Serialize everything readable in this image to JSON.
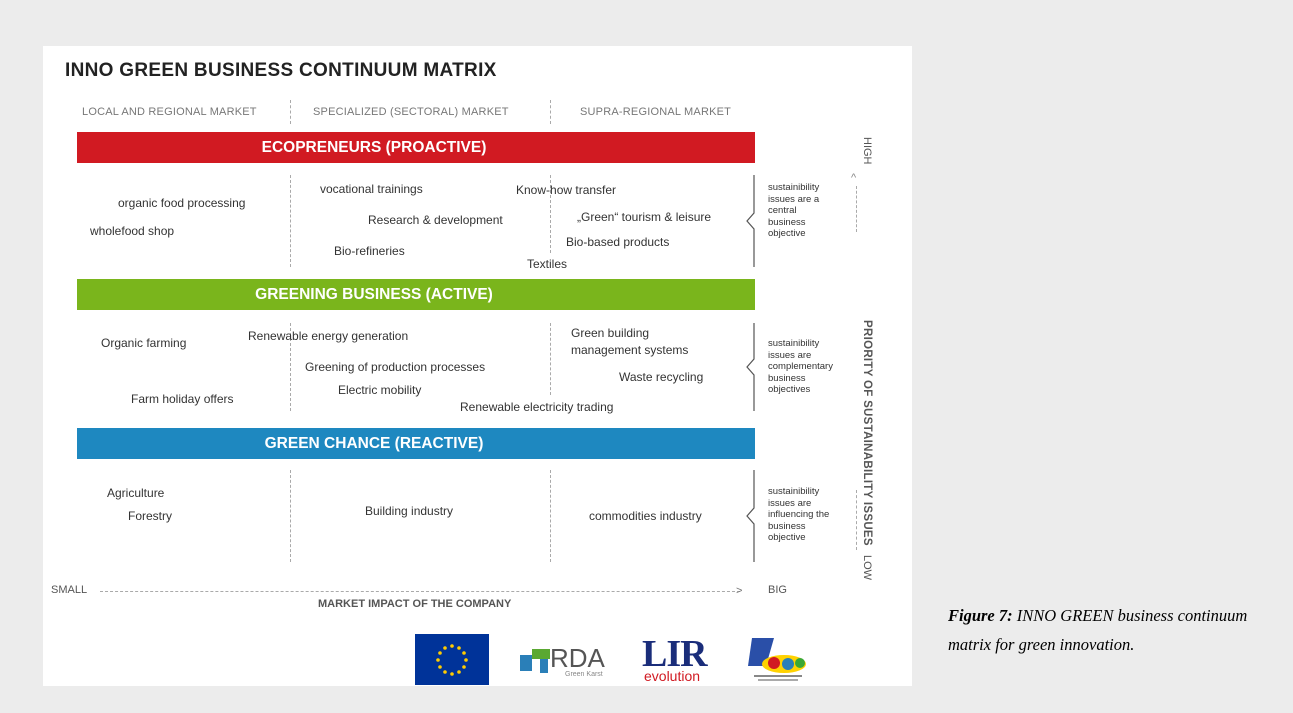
{
  "title": "INNO GREEN BUSINESS CONTINUUM MATRIX",
  "markets": [
    "LOCAL AND REGIONAL MARKET",
    "SPECIALIZED (SECTORAL) MARKET",
    "SUPRA-REGIONAL MARKET"
  ],
  "bands": {
    "ecopreneurs": "ECOPRENEURS (PROACTIVE)",
    "greening": "GREENING BUSINESS (ACTIVE)",
    "chance": "GREEN CHANCE (REACTIVE)"
  },
  "ecopreneurs_items": [
    "organic food processing",
    "wholefood shop",
    "vocational trainings",
    "Research & development",
    "Bio-refineries",
    "Know-how transfer",
    "„Green“ tourism & leisure",
    "Bio-based products",
    "Textiles"
  ],
  "greening_items": [
    "Organic farming",
    "Farm holiday offers",
    "Renewable energy generation",
    "Greening of production processes",
    "Electric mobility",
    "Green building",
    "management systems",
    "Waste recycling",
    "Renewable electricity trading"
  ],
  "chance_items": [
    "Agriculture",
    "Forestry",
    "Building industry",
    "commodities industry"
  ],
  "notes": [
    [
      "sustainibility",
      "issues are a",
      "central",
      "business",
      "objective"
    ],
    [
      "sustainibility",
      "issues are",
      "complementary",
      "business",
      "objectives"
    ],
    [
      "sustainibility",
      "issues are",
      "influencing the",
      "business",
      "objective"
    ]
  ],
  "axis": {
    "small": "SMALL",
    "big": "BIG",
    "x_title": "MARKET IMPACT OF THE COMPANY",
    "high": "HIGH",
    "low": "LOW",
    "y_title": "PRIORITY OF SUSTAINABILITY ISSUES"
  },
  "logos": {
    "rda": "RDA",
    "rda_sub": "Green Karst",
    "lir": "LIR",
    "lir_sub": "evolution"
  },
  "caption": {
    "label": "Figure 7:",
    "text": " INNO GREEN business continuum matrix for green innovation."
  }
}
